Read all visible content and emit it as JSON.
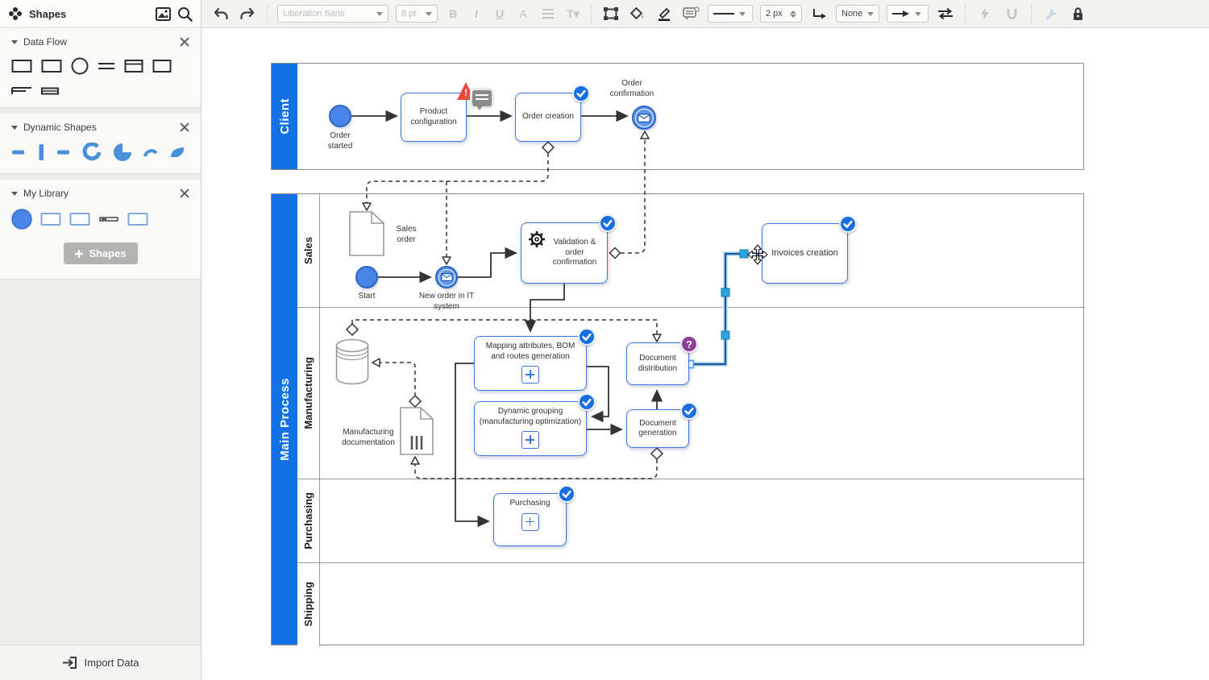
{
  "sidebar": {
    "title": "Shapes",
    "sections": [
      {
        "label": "Data Flow",
        "shapes": [
          "rectangle",
          "rectangle-2",
          "ellipse",
          "parallel-lines",
          "titled-rectangle",
          "rectangle-3",
          "open-tape",
          "small-tape"
        ]
      },
      {
        "label": "Dynamic Shapes",
        "shapes": [
          "dash",
          "vertical-bar",
          "dash-2",
          "arc",
          "pie",
          "small-arc",
          "wedge"
        ]
      },
      {
        "label": "My Library",
        "shapes": [
          "circle",
          "rectangle",
          "rectangle-2",
          "bar",
          "rectangle-3"
        ]
      }
    ],
    "shapes_button": "Shapes",
    "import_button": "Import Data"
  },
  "toolbar": {
    "font_name": "Liberation Sans",
    "font_size": "8 pt",
    "bold": "B",
    "italic": "I",
    "underline": "U",
    "text_color": "A",
    "text_style": "T",
    "line_width": "2 px",
    "connector_style": "None"
  },
  "diagram": {
    "pools": {
      "client": "Client",
      "main": "Main Process",
      "lanes": [
        "Sales",
        "Manufacturing",
        "Purchasing",
        "Shipping"
      ]
    },
    "nodes": {
      "order_started": "Order\nstarted",
      "product_configuration": "Product\nconfiguration",
      "order_creation": "Order creation",
      "order_confirmation": "Order\nconfirmation",
      "sales_order": "Sales\norder",
      "start": "Start",
      "new_order": "New order in IT\nsystem",
      "validation": "Validation &\norder\nconfirmation",
      "invoices_creation": "Invoices creation",
      "mapping": "Mapping attributes, BOM\nand routes generation",
      "dynamic_grouping": "Dynamic grouping\n(manufacturing optimization)",
      "manufacturing_documentation": "Manufacturing\ndocumentation",
      "document_distribution": "Document\ndistribution",
      "document_generation": "Document\ngeneration",
      "purchasing": "Purchasing"
    },
    "badges": {
      "question": "?",
      "alert": "!"
    }
  },
  "colors": {
    "accent_blue": "#1171e5",
    "node_border": "#3c78d8",
    "check_badge": "#1a6fe0",
    "question_badge": "#8b3f98",
    "alert_red": "#e8483d",
    "selection": "#29a8e0"
  }
}
